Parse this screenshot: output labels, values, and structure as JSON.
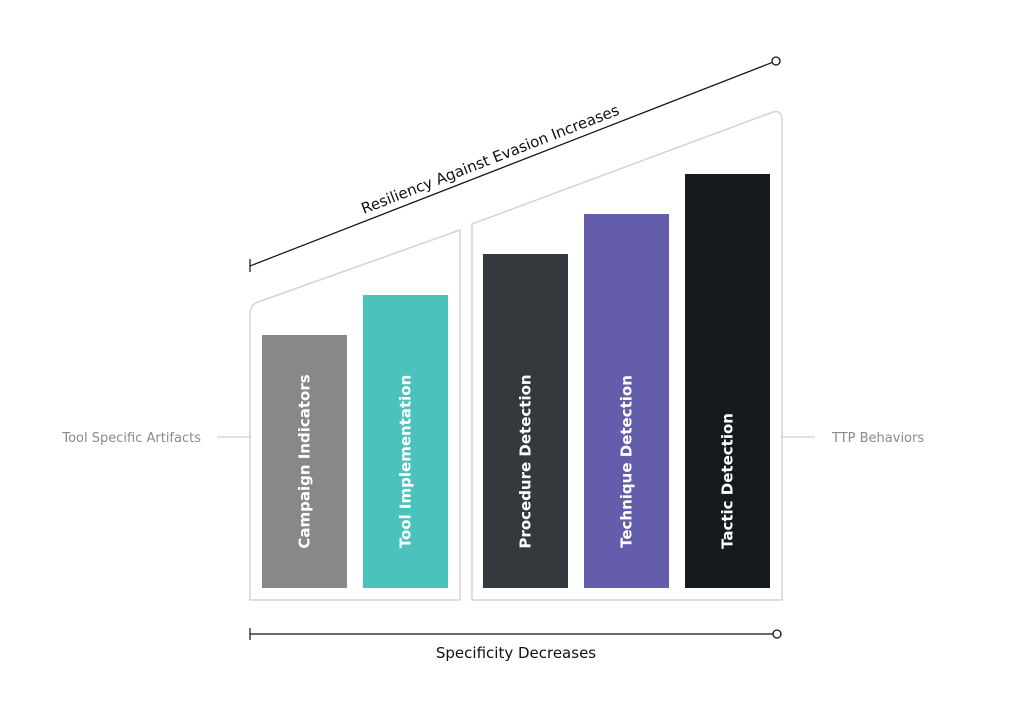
{
  "diagram": {
    "top_axis_label": "Resiliency Against Evasion Increases",
    "bottom_axis_label": "Specificity Decreases",
    "left_side_label": "Tool Specific Artifacts",
    "right_side_label": "TTP Behaviors",
    "bars": [
      {
        "label": "Campaign Indicators",
        "level": 1,
        "color": "#86888a",
        "group": "left"
      },
      {
        "label": "Tool Implementation",
        "level": 2,
        "color": "#4bc2bb",
        "group": "left"
      },
      {
        "label": "Procedure Detection",
        "level": 3,
        "color": "#33393c",
        "group": "right"
      },
      {
        "label": "Technique Detection",
        "level": 4,
        "color": "#635dab",
        "group": "right"
      },
      {
        "label": "Tactic Detection",
        "level": 5,
        "color": "#161a1d",
        "group": "right"
      }
    ]
  }
}
